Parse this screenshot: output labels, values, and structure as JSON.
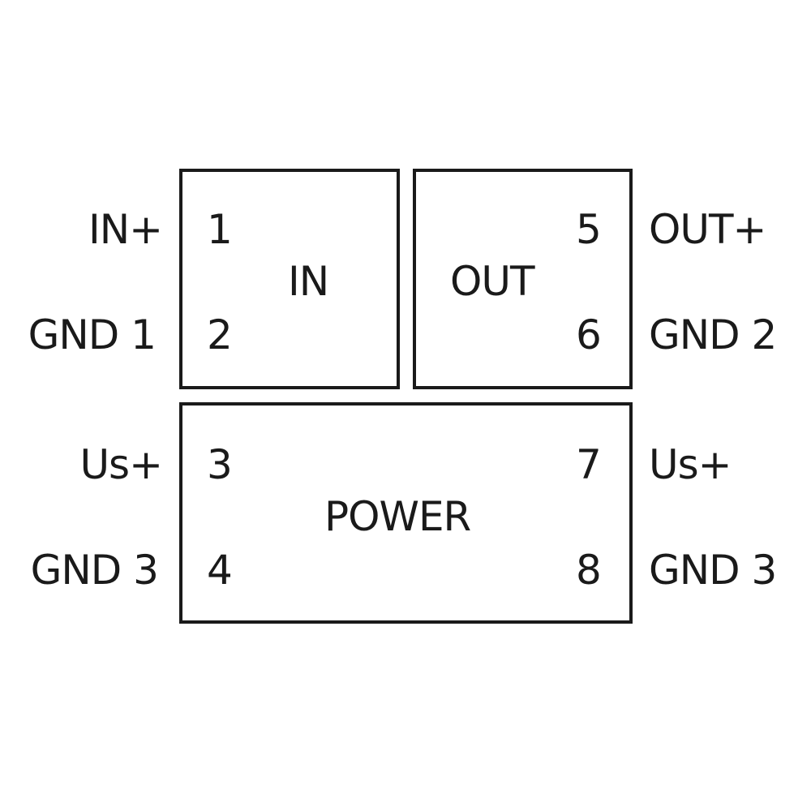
{
  "modules": {
    "in": {
      "title": "IN",
      "pins": [
        {
          "number": "1",
          "signal": "IN+"
        },
        {
          "number": "2",
          "signal": "GND 1"
        }
      ]
    },
    "out": {
      "title": "OUT",
      "pins": [
        {
          "number": "5",
          "signal": "OUT+"
        },
        {
          "number": "6",
          "signal": "GND 2"
        }
      ]
    },
    "power": {
      "title": "POWER",
      "pins_left": [
        {
          "number": "3",
          "signal": "Us+"
        },
        {
          "number": "4",
          "signal": "GND 3"
        }
      ],
      "pins_right": [
        {
          "number": "7",
          "signal": "Us+"
        },
        {
          "number": "8",
          "signal": "GND 3"
        }
      ]
    }
  },
  "colors": {
    "line": "#1a1a1a",
    "background": "#ffffff"
  }
}
